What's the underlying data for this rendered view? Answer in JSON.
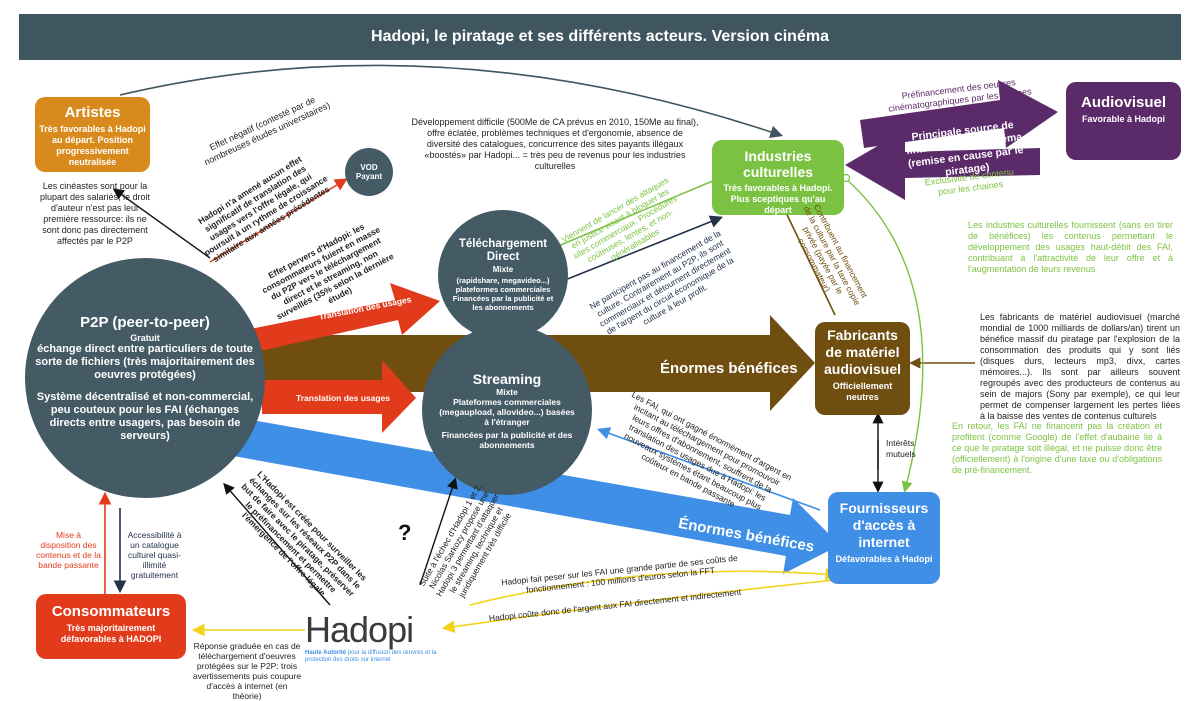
{
  "title": "Hadopi, le piratage et ses différents acteurs. Version cinéma",
  "colors": {
    "banner": "#3f5560",
    "artistes": "#d98a1c",
    "industries": "#7cc242",
    "audiovisuel": "#5b2a69",
    "fabricants": "#6f4e10",
    "fai": "#3f8fe6",
    "consommateurs": "#e23b1c",
    "circle": "#445b65",
    "red_arrow": "#e23b1c",
    "yellow_line": "#f2d21a"
  },
  "artistes": {
    "title": "Artistes",
    "sub": "Très favorables à Hadopi au départ. Position progressivement neutralisée",
    "note": "Les cinéastes sont pour la plupart des salariés, le droit d'auteur n'est pas leur première ressource: ils ne sont donc pas directement affectés par le P2P"
  },
  "industries": {
    "title": "Industries culturelles",
    "sub": "Très favorables à Hadopi. Plus sceptiques qu'au départ"
  },
  "audiovisuel": {
    "title": "Audiovisuel",
    "sub": "Favorable à Hadopi"
  },
  "fabricants": {
    "title": "Fabricants de matériel audiovisuel",
    "sub": "Officiellement neutres"
  },
  "fai": {
    "title": "Fournisseurs d'accès à internet",
    "sub": "Défavorables à Hadopi"
  },
  "consommateurs": {
    "title": "Consommateurs",
    "sub": "Très majoritairement défavorables à HADOPI"
  },
  "p2p": {
    "title": "P2P (peer-to-peer)",
    "gratuit": "Gratuit",
    "desc1": "échange direct entre particuliers de toute sorte de fichiers (très majoritairement des oeuvres protégées)",
    "desc2": "Système décentralisé et non-commercial, peu couteux pour les FAI (échanges directs entre usagers, pas besoin de serveurs)"
  },
  "vod": {
    "title": "VOD",
    "sub": "Payant"
  },
  "telechargement": {
    "title": "Téléchargement Direct",
    "mixte": "Mixte",
    "desc": "(rapidshare, megavideo...) plateformes commerciales Financées par la publicité et les abonnements"
  },
  "streaming": {
    "title": "Streaming",
    "mixte": "Mixte",
    "desc": "Plateformes commerciales (megaupload, allovideo...) basées à l'étranger",
    "desc2": "Financées par la publicité et des abonnements"
  },
  "arrows": {
    "enormes_benefices_1": "Énormes bénéfices",
    "enormes_benefices_2": "Énormes bénéfices",
    "translation_1": "Translation des usages",
    "translation_2": "Translation des usages",
    "principale_source": "Principale source de financement du cinéma (remise en cause par le piratage)"
  },
  "texts": {
    "developpement": "Développement difficile (500Me de CA prévus en 2010, 150Me au final), offre éclatée, problèmes techniques et d'ergonomie, absence de diversité des catalogues, concurrence des sites payants illégaux «boostés» par Hadopi... = très peu de revenus pour les industries culturelles",
    "prefinancement": "Préfinancement des oeuvres cinématographiques par les chaines télévisées",
    "exclusivite": "Exclusivité de contenu pour les chaines",
    "effet_negatif": "Effet négatif (contesté par de nombreuses études universitaires)",
    "hadopi_na_amene": "Hadopi n'a amené aucun effet significatif de translation des usages vers l'offre légale, qui poursuit à un rythme de croissance similaire aux années précédentes",
    "effet_pervers": "Effet pervers d'Hadopi: les consommateurs fuient en masse du P2P vers le téléchargement direct et le streaming, non surveillés (35% selon la dernière étude)",
    "viennent": "Viennent de lancer des attaques en justice visant à bloquer les sites commerciaux. Procédures coûteuses, lentes, et non-généralisables",
    "ne_participent": "Ne participent pas au financement de la culture. Contrairement au P2P, ils sont commerciaux et détournent directement de l'argent du circuit économique de la culture à leur profit.",
    "contribuent": "Contribuent au financement de la culture par la taxe copie privée (payée par le consommateur)",
    "industries_culturelles_note": "Les industries culturelles fournissent (sans en tirer de bénéfices) les contenus permettant le développement des usages haut-débit des FAI, contribuant à l'attractivité de leur offre et à l'augmentation de leurs revenus",
    "fabricants_note": "Les fabricants de matériel audiovisuel (marché mondial de 1000 milliards de dollars/an) tirent un bénéfice massif du piratage par l'explosion de la consommation des produits qui y sont liés (disques durs, lecteurs mp3, divx, cartes mémoires...). Ils sont par ailleurs souvent regroupés avec des producteurs de contenus au sein de majors (Sony par exemple), ce qui leur permet de compenser largement les pertes liées à la baisse des ventes de contenus culturels",
    "en_retour": "En retour, les FAI ne financent pas la création et profitent (comme Google) de l'effet d'aubaine lié à ce que le piratage soit illégal, et ne puisse donc être (officiellement) à l'origine d'une taxe ou d'obligations de pré-financement.",
    "interets_mutuels": "Intérêts mutuels",
    "les_fai_qui": "Les FAI, qui ont gagné énormément d'argent en incitant au téléchargement pour promouvoir leurs offres d'abonnement, souffrent de la translation des usages due à Hadopi: les nouveaux systèmes étant beaucoup plus coûteux en bande passante",
    "hadopi_est_creee": "L'Hadopi est créée pour surveiller les échanges sur les réseaux P2P dans le but de faire avec le piratage, préserver le préfinancement et permettre l'émergence de l'offre légale",
    "suite_a": "Suite à l'échec d'Hadopi 1 et 2, Nicolas Sarkozy propose une Hadopi 3 permettant d'attaquer le streaming, technique et juridiquement très difficile",
    "question": "?",
    "hadopi_fait_peser": "Hadopi fait peser sur les FAI une grande partie de ses coûts de fonctionnement : 100 millions d'euros selon la FFT",
    "hadopi_coute": "Hadopi coûte donc de l'argent aux FAI directement et indirectement",
    "mise_a_disposition": "Mise à disposition des contenus et de la bande passante",
    "accessibilite": "Accessibilité à un catalogue culturel quasi-illimité gratuitement",
    "reponse_graduee": "Réponse graduée en cas de téléchargement d'oeuvres protégées sur le P2P: trois avertissements puis coupure d'accès à internet (en théorie)"
  },
  "hadopi_logo": {
    "word": "Hadopi",
    "tag_bold": "Haute Autorité",
    "tag": "pour la diffusion des œuvres et la protection des droits sur internet"
  }
}
